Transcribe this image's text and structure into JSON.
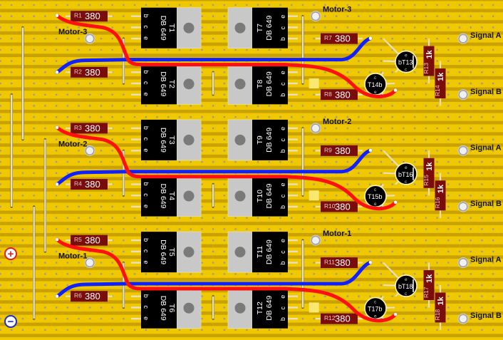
{
  "board": {
    "strip_color": "#f0c800",
    "board_color": "#c9a200",
    "hole_color": "#9a9a9a",
    "link_color": "#e8e0c0",
    "track_cut_color": "#f8e870"
  },
  "power": {
    "plus_label": "+",
    "minus_label": "−",
    "plus_color": "#e02020",
    "minus_color": "#2030c0"
  },
  "sections": [
    {
      "motor_label_left": "Motor-3",
      "motor_label_right": "Motor-3",
      "left_resistors": [
        {
          "ref": "R1",
          "value": "380"
        },
        {
          "ref": "R2",
          "value": "380"
        }
      ],
      "right_resistors": [
        {
          "ref": "R7",
          "value": "380"
        },
        {
          "ref": "R8",
          "value": "380"
        }
      ],
      "left_transistors": [
        {
          "ref": "T1",
          "part": "DB 649",
          "pins": [
            "b",
            "c",
            "e"
          ]
        },
        {
          "ref": "T2",
          "part": "DB 649",
          "pins": [
            "b",
            "c",
            "e"
          ]
        }
      ],
      "right_transistors": [
        {
          "ref": "T7",
          "part": "DB 649",
          "pins": [
            "e",
            "c",
            "b"
          ]
        },
        {
          "ref": "T8",
          "part": "DB 649",
          "pins": [
            "e",
            "c",
            "b"
          ]
        }
      ],
      "small_transistors": [
        {
          "ref": "bT13",
          "pins": [
            "e",
            "c"
          ]
        },
        {
          "ref": "T14b",
          "pins": [
            "c",
            "e"
          ]
        }
      ],
      "pullups": [
        {
          "ref": "R13",
          "value": "1k"
        },
        {
          "ref": "R14",
          "value": "1k"
        }
      ],
      "signal_a": "Signal A",
      "signal_b": "Signal B"
    },
    {
      "motor_label_left": "Motor-2",
      "motor_label_right": "Motor-2",
      "left_resistors": [
        {
          "ref": "R3",
          "value": "380"
        },
        {
          "ref": "R4",
          "value": "380"
        }
      ],
      "right_resistors": [
        {
          "ref": "R9",
          "value": "380"
        },
        {
          "ref": "R10",
          "value": "380"
        }
      ],
      "left_transistors": [
        {
          "ref": "T3",
          "part": "DB 649",
          "pins": [
            "b",
            "c",
            "e"
          ]
        },
        {
          "ref": "T4",
          "part": "DB 649",
          "pins": [
            "b",
            "c",
            "e"
          ]
        }
      ],
      "right_transistors": [
        {
          "ref": "T9",
          "part": "DB 649",
          "pins": [
            "e",
            "c",
            "b"
          ]
        },
        {
          "ref": "T10",
          "part": "DB 649",
          "pins": [
            "e",
            "c",
            "b"
          ]
        }
      ],
      "small_transistors": [
        {
          "ref": "bT16",
          "pins": [
            "e",
            "c"
          ]
        },
        {
          "ref": "T15b",
          "pins": [
            "c",
            "e"
          ]
        }
      ],
      "pullups": [
        {
          "ref": "R15",
          "value": "1k"
        },
        {
          "ref": "R16",
          "value": "1k"
        }
      ],
      "signal_a": "Signal A",
      "signal_b": "Signal B"
    },
    {
      "motor_label_left": "Motor-1",
      "motor_label_right": "Motor-1",
      "left_resistors": [
        {
          "ref": "R5",
          "value": "380"
        },
        {
          "ref": "R6",
          "value": "380"
        }
      ],
      "right_resistors": [
        {
          "ref": "R11",
          "value": "380"
        },
        {
          "ref": "R12",
          "value": "380"
        }
      ],
      "left_transistors": [
        {
          "ref": "T5",
          "part": "DB 649",
          "pins": [
            "b",
            "c",
            "e"
          ]
        },
        {
          "ref": "T6",
          "part": "DB 649",
          "pins": [
            "b",
            "c",
            "e"
          ]
        }
      ],
      "right_transistors": [
        {
          "ref": "T11",
          "part": "DB 649",
          "pins": [
            "e",
            "c",
            "b"
          ]
        },
        {
          "ref": "T12",
          "part": "DB 649",
          "pins": [
            "e",
            "c",
            "b"
          ]
        }
      ],
      "small_transistors": [
        {
          "ref": "bT18",
          "pins": [
            "e",
            "c"
          ]
        },
        {
          "ref": "T17b",
          "pins": [
            "c",
            "e"
          ]
        }
      ],
      "pullups": [
        {
          "ref": "R17",
          "value": "1k"
        },
        {
          "ref": "R18",
          "value": "1k"
        }
      ],
      "signal_a": "Signal A",
      "signal_b": "Signal B"
    }
  ],
  "wires": {
    "red": "#ff1010",
    "blue": "#1020ff"
  }
}
